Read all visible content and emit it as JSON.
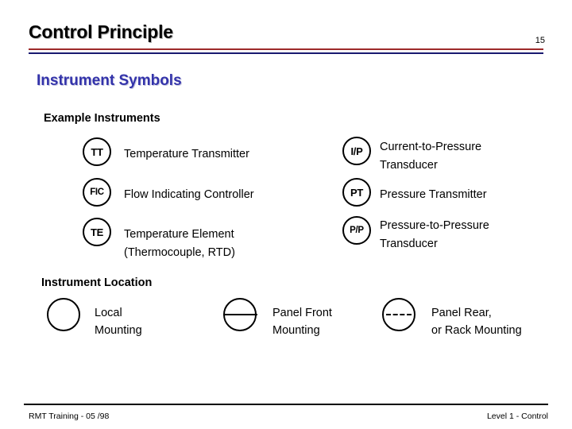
{
  "header": {
    "title": "Control Principle",
    "page_number": "15",
    "rule_colors": {
      "top": "#9E2A2A",
      "bottom": "#191970"
    }
  },
  "sections": {
    "symbols_heading": "Instrument Symbols",
    "symbols_heading_color": "#3333AA",
    "example_heading": "Example Instruments",
    "location_heading": "Instrument Location"
  },
  "example_instruments": {
    "left_column": [
      {
        "tag": "TT",
        "label": "Temperature Transmitter"
      },
      {
        "tag": "FIC",
        "label": "Flow Indicating Controller"
      },
      {
        "tag": "TE",
        "label": "Temperature Element\n(Thermocouple, RTD)"
      }
    ],
    "right_column": [
      {
        "tag": "I/P",
        "label": "Current-to-Pressure\nTransducer"
      },
      {
        "tag": "PT",
        "label": "Pressure Transmitter"
      },
      {
        "tag": "P/P",
        "label": "Pressure-to-Pressure\nTransducer"
      }
    ]
  },
  "instrument_location": [
    {
      "symbol": "circle-plain",
      "label": "Local\nMounting"
    },
    {
      "symbol": "circle-solid-line",
      "label": "Panel Front\nMounting"
    },
    {
      "symbol": "circle-dashed-line",
      "label": "Panel Rear,\nor Rack Mounting"
    }
  ],
  "footer": {
    "left": "RMT Training -  05 /98",
    "right": "Level 1 - Control"
  }
}
